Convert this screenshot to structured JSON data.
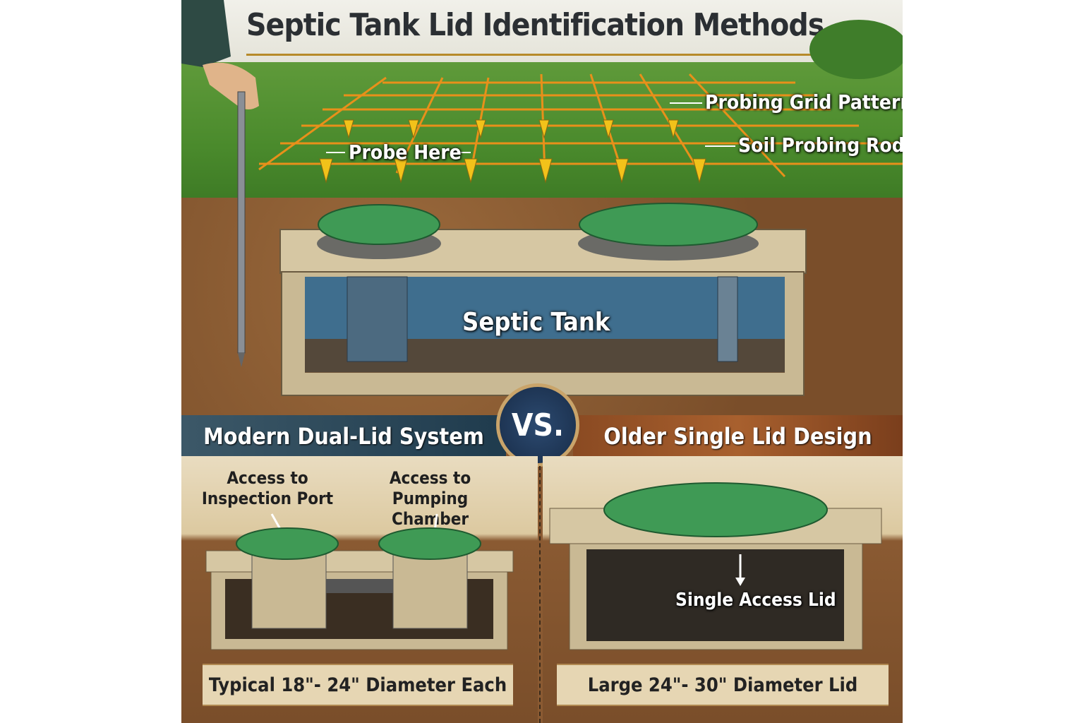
{
  "title": "Septic Tank Lid Identification Methods",
  "top_scene": {
    "labels": {
      "probing_grid": "Probing Grid Pattern",
      "soil_rod": "Soil Probing Rod",
      "probe_here": "Probe Here",
      "septic_tank": "Septic Tank"
    }
  },
  "vs_badge": "VS.",
  "left_panel": {
    "banner": "Modern Dual-Lid System",
    "callout_1": [
      "Access to",
      "Inspection Port"
    ],
    "callout_2": [
      "Access to",
      "Pumping Chamber"
    ],
    "caption": "Typical 18\"- 24\" Diameter Each"
  },
  "right_panel": {
    "banner": "Older Single Lid Design",
    "callout": "Single Access Lid",
    "caption": "Large 24\"- 30\" Diameter Lid"
  },
  "colors": {
    "lid_green": "#3f9a55",
    "grid_orange": "#e8901a",
    "arrow_yellow": "#f2c21a",
    "banner_left": "#1f3b4d",
    "banner_right": "#8a4a22",
    "water_blue": "#3f6e8e"
  }
}
